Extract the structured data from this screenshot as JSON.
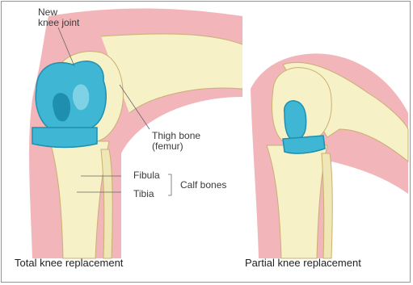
{
  "figure": {
    "left_caption": "Total knee replacement",
    "right_caption": "Partial knee replacement"
  },
  "labels": {
    "new_knee_joint_line1": "New",
    "new_knee_joint_line2": "knee joint",
    "thigh_bone_line1": "Thigh bone",
    "thigh_bone_line2": "(femur)",
    "fibula": "Fibula",
    "tibia": "Tibia",
    "calf_bones": "Calf bones"
  },
  "colors": {
    "skin": "#f2b5ba",
    "skin_dark": "#e89aa2",
    "bone": "#f7f1c8",
    "bone_shade": "#e8dea6",
    "implant": "#3fb6d3",
    "implant_dark": "#1f8fb0",
    "frame": "#7f97b8"
  }
}
